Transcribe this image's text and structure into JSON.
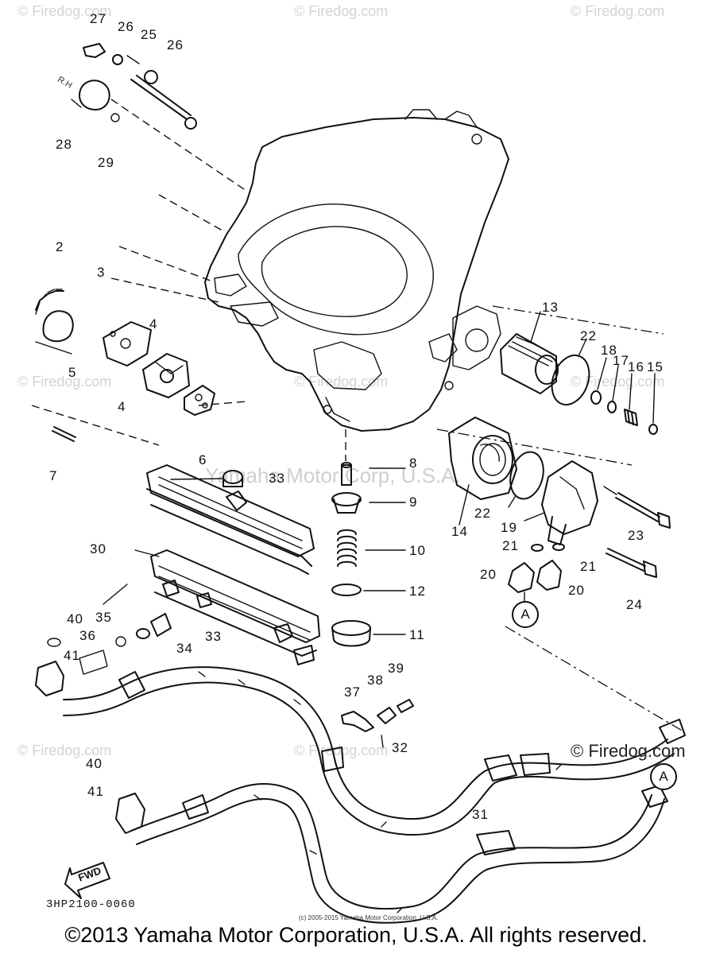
{
  "watermarks": {
    "top": [
      "© Firedog.com",
      "© Firedog.com",
      "© Firedog.com"
    ],
    "middle": [
      "© Firedog.com",
      "© Firedog.com",
      "© Firedog.com"
    ],
    "lower": [
      "© Firedog.com",
      "© Firedog.com"
    ],
    "lower_right": "© Firedog.com",
    "center": "Yamaha Motor Corp, U.S.A."
  },
  "callouts": [
    "27",
    "26",
    "25",
    "26",
    "28",
    "29",
    "2",
    "3",
    "4",
    "5",
    "4",
    "7",
    "6",
    "33",
    "8",
    "9",
    "10",
    "12",
    "11",
    "13",
    "22",
    "18",
    "17",
    "16",
    "15",
    "14",
    "22",
    "19",
    "23",
    "21",
    "21",
    "20",
    "20",
    "24",
    "30",
    "40",
    "35",
    "36",
    "41",
    "33",
    "34",
    "39",
    "38",
    "37",
    "32",
    "40",
    "41",
    "31"
  ],
  "circle_labels": [
    "A",
    "A"
  ],
  "arrow_label": "FWD",
  "rh_label": "R.H",
  "part_code": "3HP2100-0060",
  "small_copyright": "(c) 2005-2015 Yamaha Motor Corporation, U.S.A.",
  "footer": "©2013 Yamaha Motor Corporation, U.S.A. All rights reserved."
}
